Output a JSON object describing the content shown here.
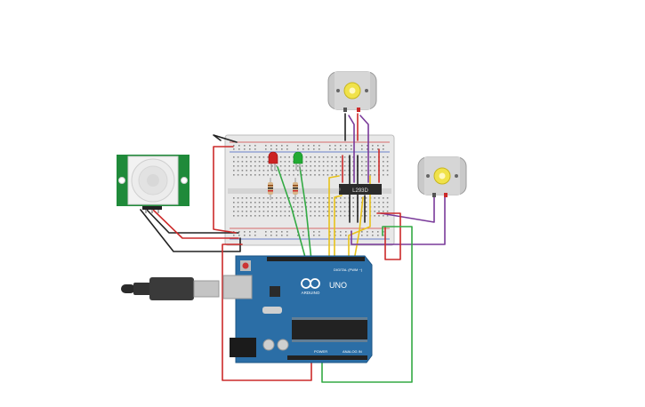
{
  "components": {
    "driver_chip": {
      "label": "L293D"
    },
    "arduino": {
      "logo_text": "ARDUINO",
      "model_text": "UNO",
      "digital_header_label": "DIGITAL (PWM ~)",
      "power_header_label": "POWER",
      "analog_header_label": "ANALOG IN"
    },
    "pir_sensor": {
      "name": "PIR sensor"
    },
    "led_red": {
      "color": "#cc2222"
    },
    "led_green": {
      "color": "#22aa33"
    },
    "motor_top": {
      "name": "DC motor"
    },
    "motor_right": {
      "name": "DC motor"
    }
  },
  "wire_colors": {
    "red": "#cc2a2a",
    "black": "#222222",
    "green": "#33aa44",
    "yellow": "#e8c21a",
    "purple": "#7a3a9a"
  },
  "board_colors": {
    "arduino": "#2b6ea6",
    "pir_pcb": "#1f8a3a",
    "breadboard": "#e6e6e6"
  }
}
